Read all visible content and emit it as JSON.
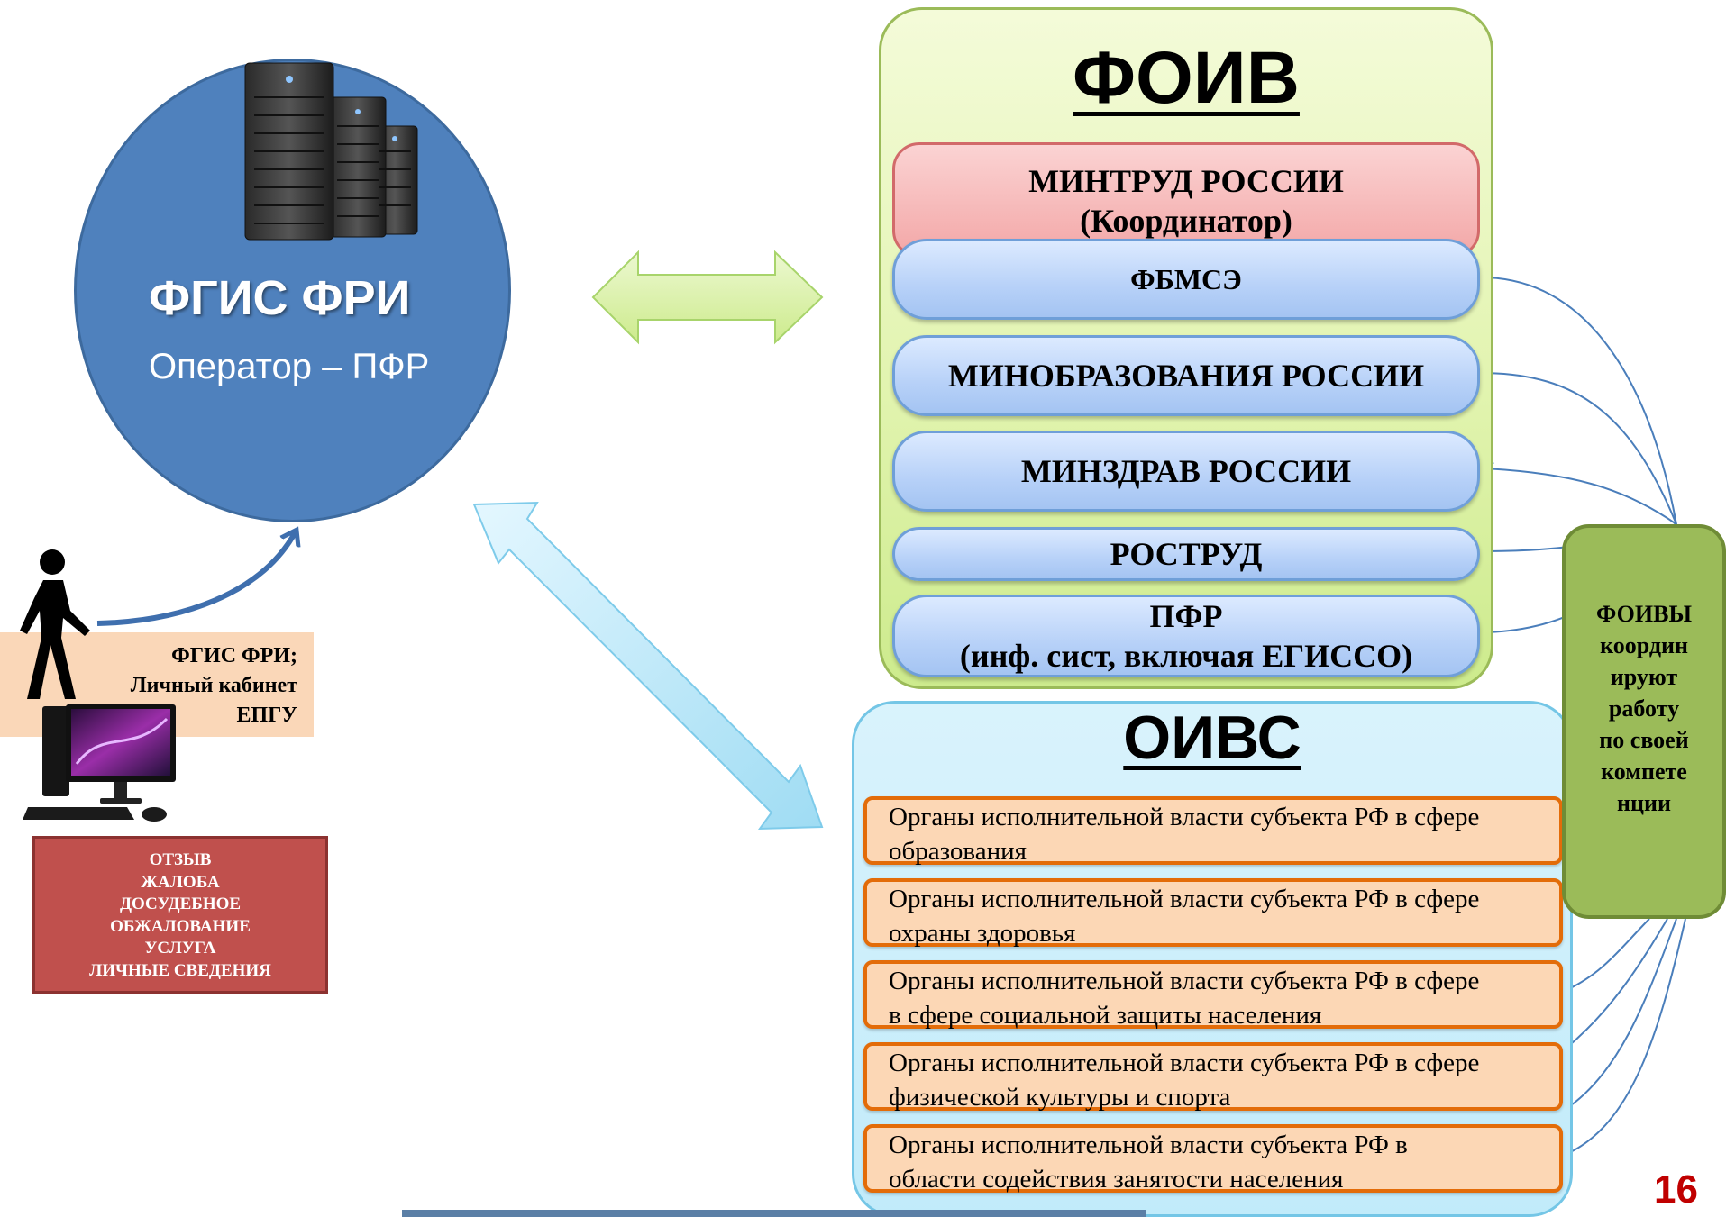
{
  "slide": {
    "title_fragment": "",
    "page_number": "16"
  },
  "fgis": {
    "title": "ФГИС ФРИ",
    "operator": "Оператор – ПФР"
  },
  "user": {
    "label_lines": [
      "ФГИС ФРИ;",
      "Личный кабинет",
      "ЕПГУ"
    ],
    "actions": [
      "ОТЗЫВ",
      "ЖАЛОБА",
      "ДОСУДЕБНОЕ",
      "ОБЖАЛОВАНИЕ",
      "УСЛУГА",
      "ЛИЧНЫЕ СВЕДЕНИЯ"
    ]
  },
  "foiv": {
    "title": "ФОИВ",
    "coordinator": {
      "line1": "МИНТРУД РОССИИ",
      "line2": "(Координатор)"
    },
    "items": [
      {
        "line1": "ФБМСЭ",
        "line2": ""
      },
      {
        "line1": "МИНОБРАЗОВАНИЯ РОССИИ",
        "line2": ""
      },
      {
        "line1": "МИНЗДРАВ РОССИИ",
        "line2": ""
      },
      {
        "line1": "РОСТРУД",
        "line2": ""
      },
      {
        "line1": "ПФР",
        "line2": "(инф. сист, включая ЕГИССО)"
      }
    ]
  },
  "oivs": {
    "title": "ОИВС",
    "items": [
      {
        "line1": "Органы исполнительной власти субъекта РФ в сфере",
        "line2": "образования"
      },
      {
        "line1": "Органы исполнительной власти субъекта РФ в сфере",
        "line2": "охраны здоровья"
      },
      {
        "line1": "Органы исполнительной власти субъекта РФ в сфере",
        "line2": "в сфере социальной защиты населения"
      },
      {
        "line1": "Органы исполнительной власти субъекта РФ в сфере",
        "line2": "физической культуры и спорта"
      },
      {
        "line1": "Органы исполнительной власти субъекта РФ  в",
        "line2": "области содействия занятости населения"
      }
    ]
  },
  "coordination": {
    "lines": [
      "ФОИВЫ",
      "координ",
      "ируют",
      "работу",
      "по своей",
      "компете",
      "нции"
    ]
  },
  "colors": {
    "circle": "#4f81bd",
    "foiv_panel": "#d7f0a0",
    "coordinator_box": "#f4a9a9",
    "foiv_pill": "#b7d1f8",
    "oivs_panel": "#c9eefb",
    "org_box": "#fcd7b5",
    "org_border": "#e36c09",
    "green_box": "#9bbb59",
    "red_box": "#c0504d",
    "page_number": "#c00000"
  }
}
